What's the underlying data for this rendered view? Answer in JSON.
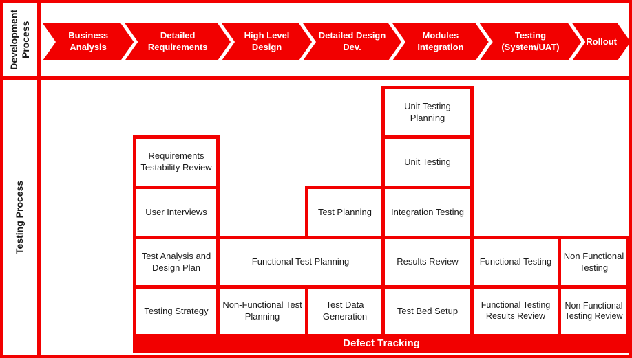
{
  "colors": {
    "accent_red": "#F20000",
    "text_black": "#1A1A1A",
    "chevron_text_white": "#FFFFFF"
  },
  "left_rail": {
    "development_label": "Development Process",
    "testing_label": "Testing Process"
  },
  "development_phases": [
    {
      "label": "Business Analysis"
    },
    {
      "label": "Detailed Requirements"
    },
    {
      "label": "High Level Design"
    },
    {
      "label": "Detailed Design Dev."
    },
    {
      "label": "Modules Integration"
    },
    {
      "label": "Testing (System/UAT)"
    },
    {
      "label": "Rollout"
    }
  ],
  "testing_activities": {
    "unit_testing_planning": "Unit Testing Planning",
    "requirements_testability_review": "Requirements Testability Review",
    "unit_testing": "Unit Testing",
    "user_interviews": "User Interviews",
    "test_planning": "Test Planning",
    "integration_testing": "Integration Testing",
    "test_analysis_and_design_plan": "Test Analysis and Design Plan",
    "functional_test_planning": "Functional Test Planning",
    "results_review": "Results Review",
    "functional_testing": "Functional Testing",
    "non_functional_testing": "Non Functional Testing",
    "testing_strategy": "Testing Strategy",
    "non_functional_test_planning": "Non-Functional Test Planning",
    "test_data_generation": "Test Data Generation",
    "test_bed_setup": "Test Bed Setup",
    "functional_testing_results_review": "Functional Testing  Results Review",
    "non_functional_testing_review": "Non Functional Testing Review"
  },
  "defect_tracking_label": "Defect Tracking"
}
